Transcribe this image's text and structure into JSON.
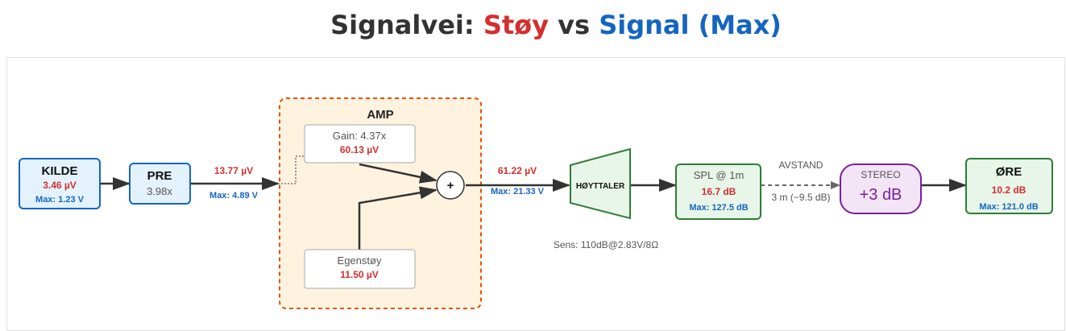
{
  "title": {
    "prefix": "Signalvei: ",
    "noise": "Støy",
    "middle": " vs ",
    "signal": "Signal",
    "suffix": " (Max)"
  },
  "colors": {
    "noise": "#d32f2f",
    "signal": "#1565c0",
    "arrow": "#333333",
    "amp_border": "#e65100",
    "amp_fill": "#fff3e0",
    "green_border": "#2e7d32",
    "green_fill": "#e8f5e9",
    "blue_border": "#1565c0",
    "blue_fill": "#e3f2fd",
    "purple_border": "#7b1fa2",
    "purple_fill": "#f3e5f5"
  },
  "nodes": {
    "source": {
      "title": "KILDE",
      "noise": "3.46 µV",
      "max": "Max: 1.23 V"
    },
    "pre": {
      "title": "PRE",
      "gain": "3.98x"
    },
    "link_pre_amp": {
      "noise": "13.77 µV",
      "max": "Max: 4.89 V"
    },
    "amp": {
      "title": "AMP",
      "gain_label": "Gain: 4.37x",
      "gain_noise": "60.13 µV",
      "self_noise_label": "Egenstøy",
      "self_noise_value": "11.50 µV",
      "sum_symbol": "+"
    },
    "link_amp_speaker": {
      "noise": "61.22 µV",
      "max": "Max: 21.33 V"
    },
    "speaker": {
      "title": "HØYTTALER",
      "sens": "Sens: 110dB@2.83V/8Ω"
    },
    "spl": {
      "title": "SPL @ 1m",
      "noise": "16.7 dB",
      "max": "Max: 127.5 dB"
    },
    "distance": {
      "label": "AVSTAND",
      "value": "3 m (−9.5 dB)"
    },
    "stereo": {
      "title": "STEREO",
      "value": "+3 dB"
    },
    "ear": {
      "title": "ØRE",
      "noise": "10.2 dB",
      "max": "Max: 121.0 dB"
    }
  }
}
